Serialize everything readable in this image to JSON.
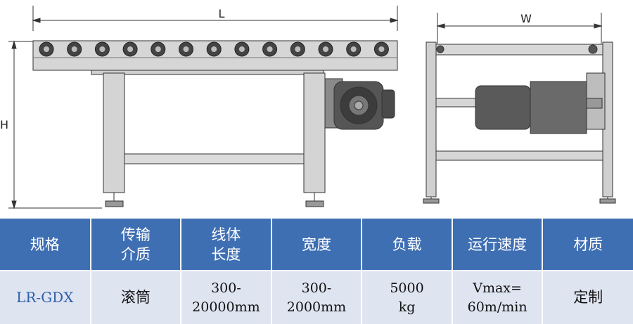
{
  "drawing": {
    "dimensions": {
      "length": "L",
      "height": "H",
      "width": "W"
    }
  },
  "table": {
    "headers": [
      "规格",
      "传输\n介质",
      "线体\n长度",
      "宽度",
      "负载",
      "运行速度",
      "材质"
    ],
    "row": [
      "LR-GDX",
      "滚筒",
      "300-\n20000mm",
      "300-\n2000mm",
      "5000\nkg",
      "Vmax=\n60m/min",
      "定制"
    ]
  },
  "colors": {
    "header_bg": "#3f6fb3",
    "row_bg": "#dfe4f1",
    "model_text": "#2f5fa8",
    "frame_fill": "#d4d4d4"
  }
}
